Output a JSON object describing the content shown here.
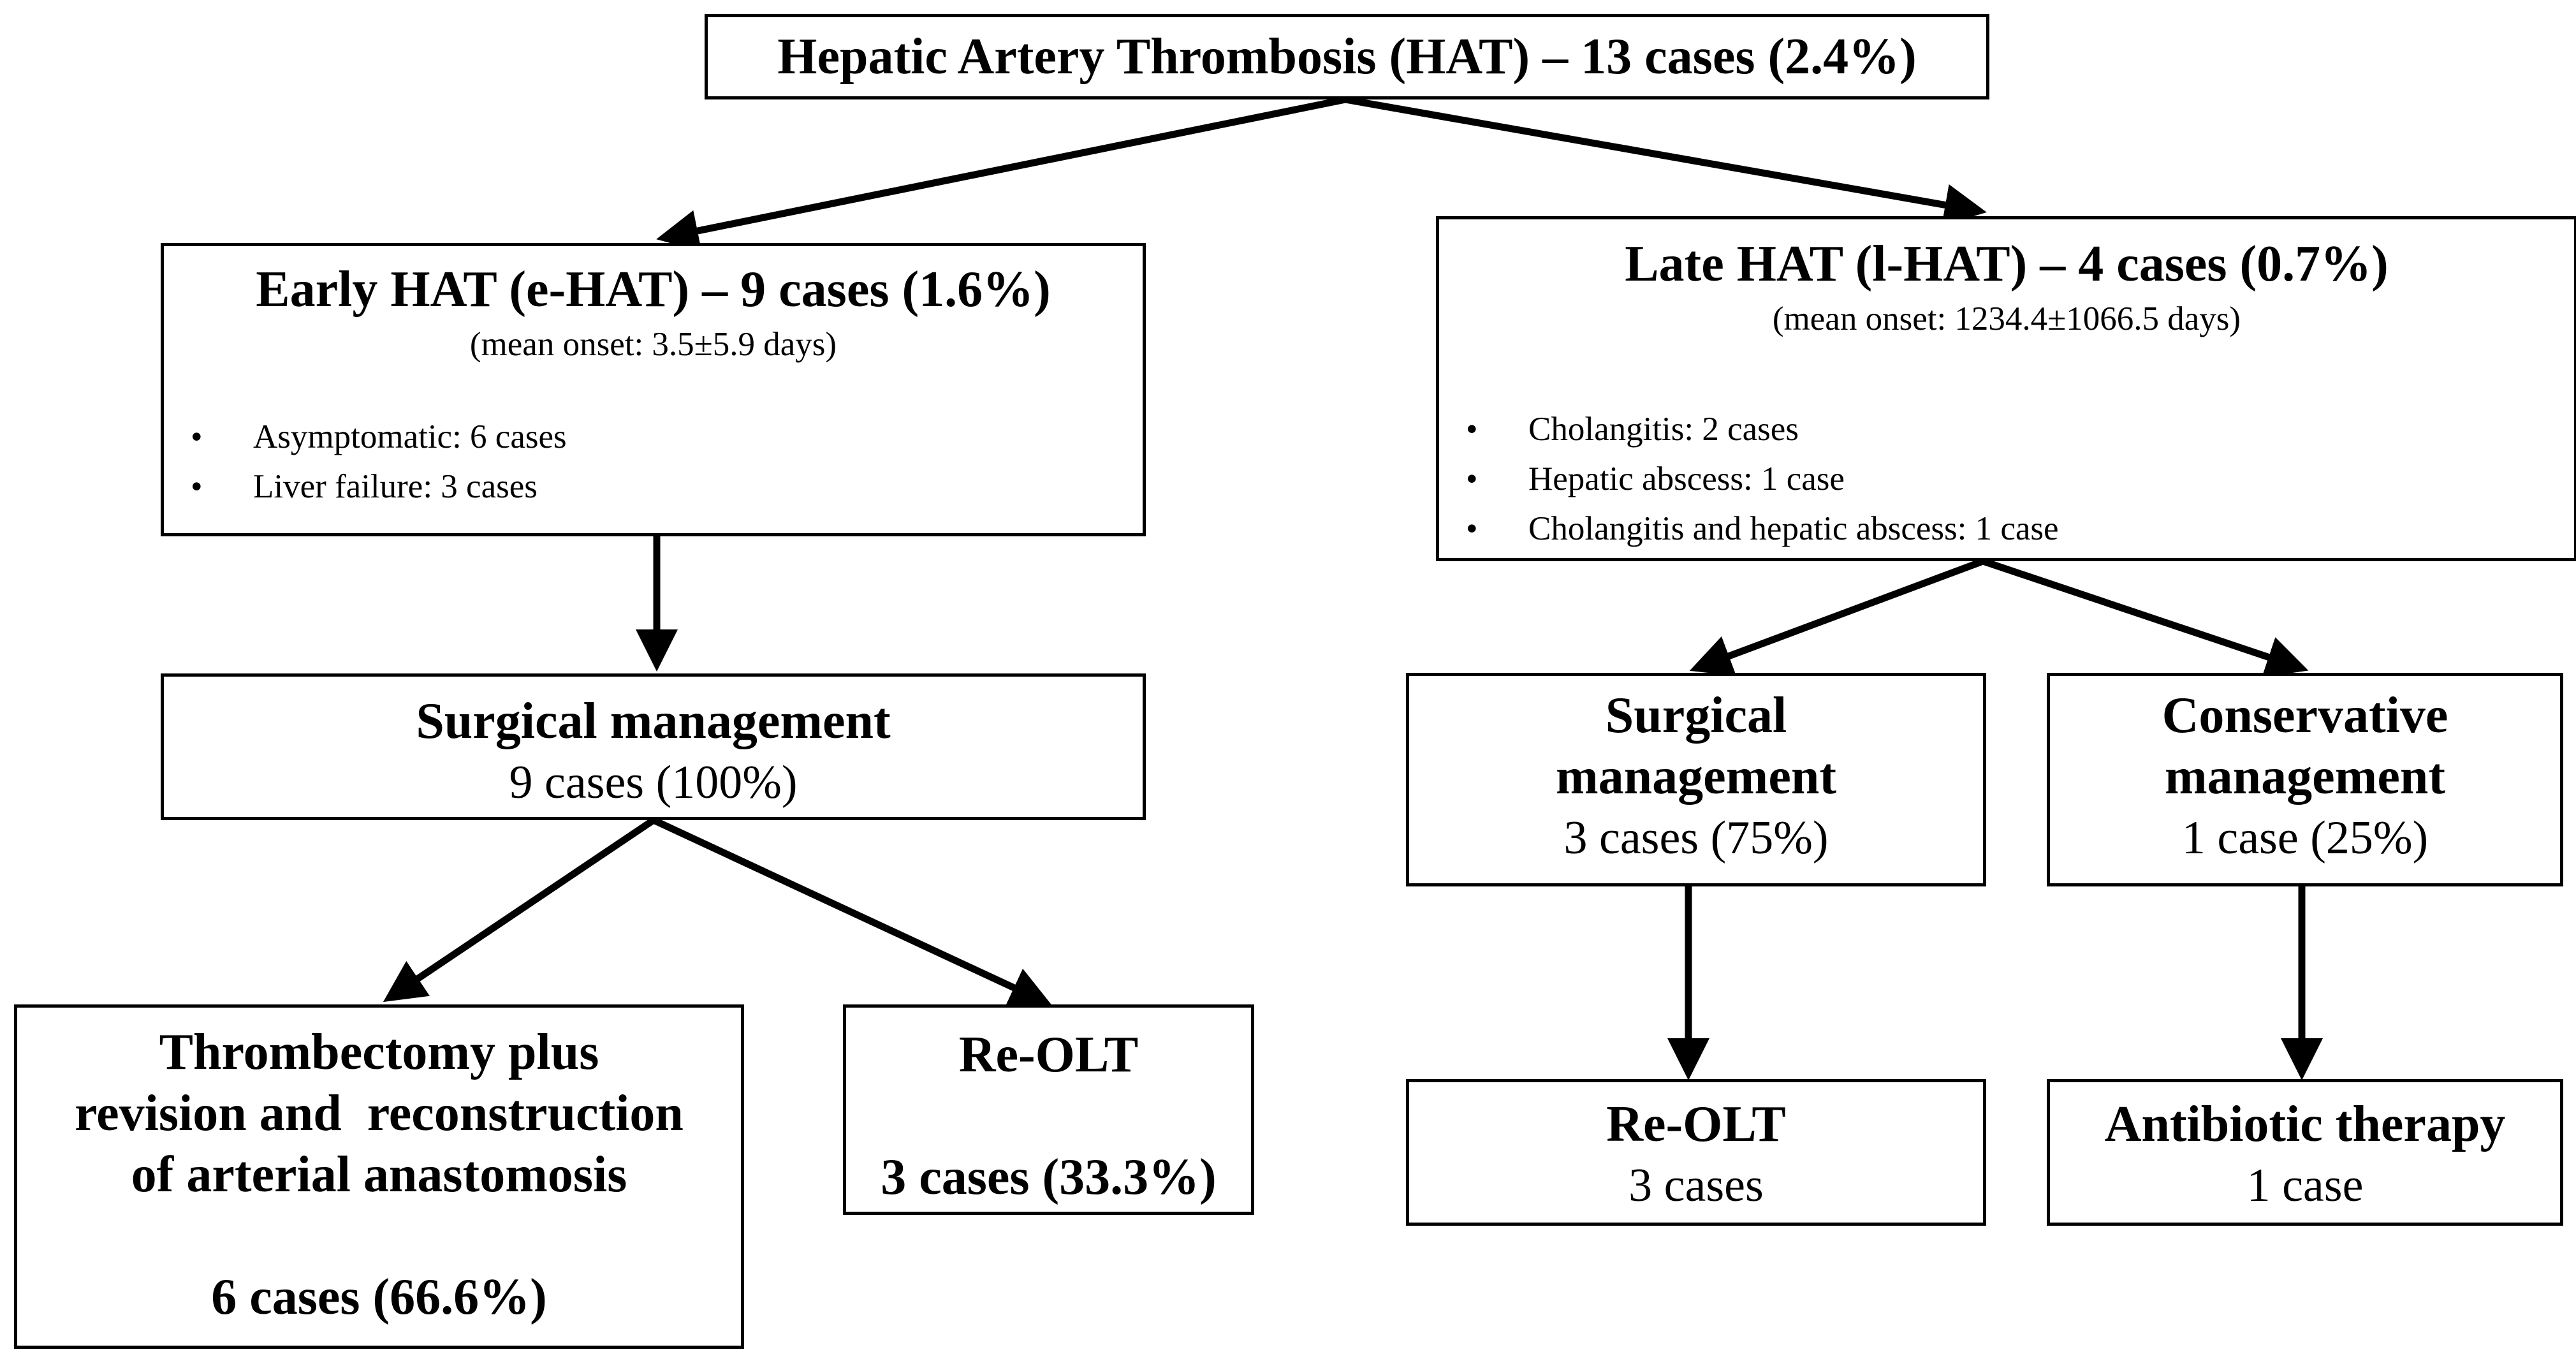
{
  "root": {
    "title": "Hepatic Artery Thrombosis (HAT) – 13 cases (2.4%)"
  },
  "early": {
    "title": "Early HAT (e-HAT) – 9 cases (1.6%)",
    "onset": "(mean onset: 3.5±5.9 days)",
    "bullets": [
      "Asymptomatic: 6 cases",
      "Liver failure: 3 cases"
    ]
  },
  "late": {
    "title": "Late HAT (l-HAT) – 4 cases (0.7%)",
    "onset": "(mean onset: 1234.4±1066.5 days)",
    "bullets": [
      "Cholangitis: 2 cases",
      "Hepatic abscess: 1 case",
      "Cholangitis and hepatic abscess: 1 case"
    ]
  },
  "early_surgical": {
    "title": "Surgical management",
    "count": "9 cases (100%)"
  },
  "thrombectomy": {
    "lines": [
      "Thrombectomy plus",
      "revision and  reconstruction",
      "of arterial anastomosis"
    ],
    "count": "6 cases (66.6%)"
  },
  "early_reolt": {
    "title": "Re-OLT",
    "count": "3 cases (33.3%)"
  },
  "late_surgical": {
    "lines": [
      "Surgical",
      "management"
    ],
    "count": "3 cases (75%)"
  },
  "late_conservative": {
    "lines": [
      "Conservative",
      "management"
    ],
    "count": "1 case (25%)"
  },
  "late_reolt": {
    "title": "Re-OLT",
    "count": "3 cases"
  },
  "antibiotic": {
    "title": "Antibiotic therapy",
    "count": "1 case"
  }
}
